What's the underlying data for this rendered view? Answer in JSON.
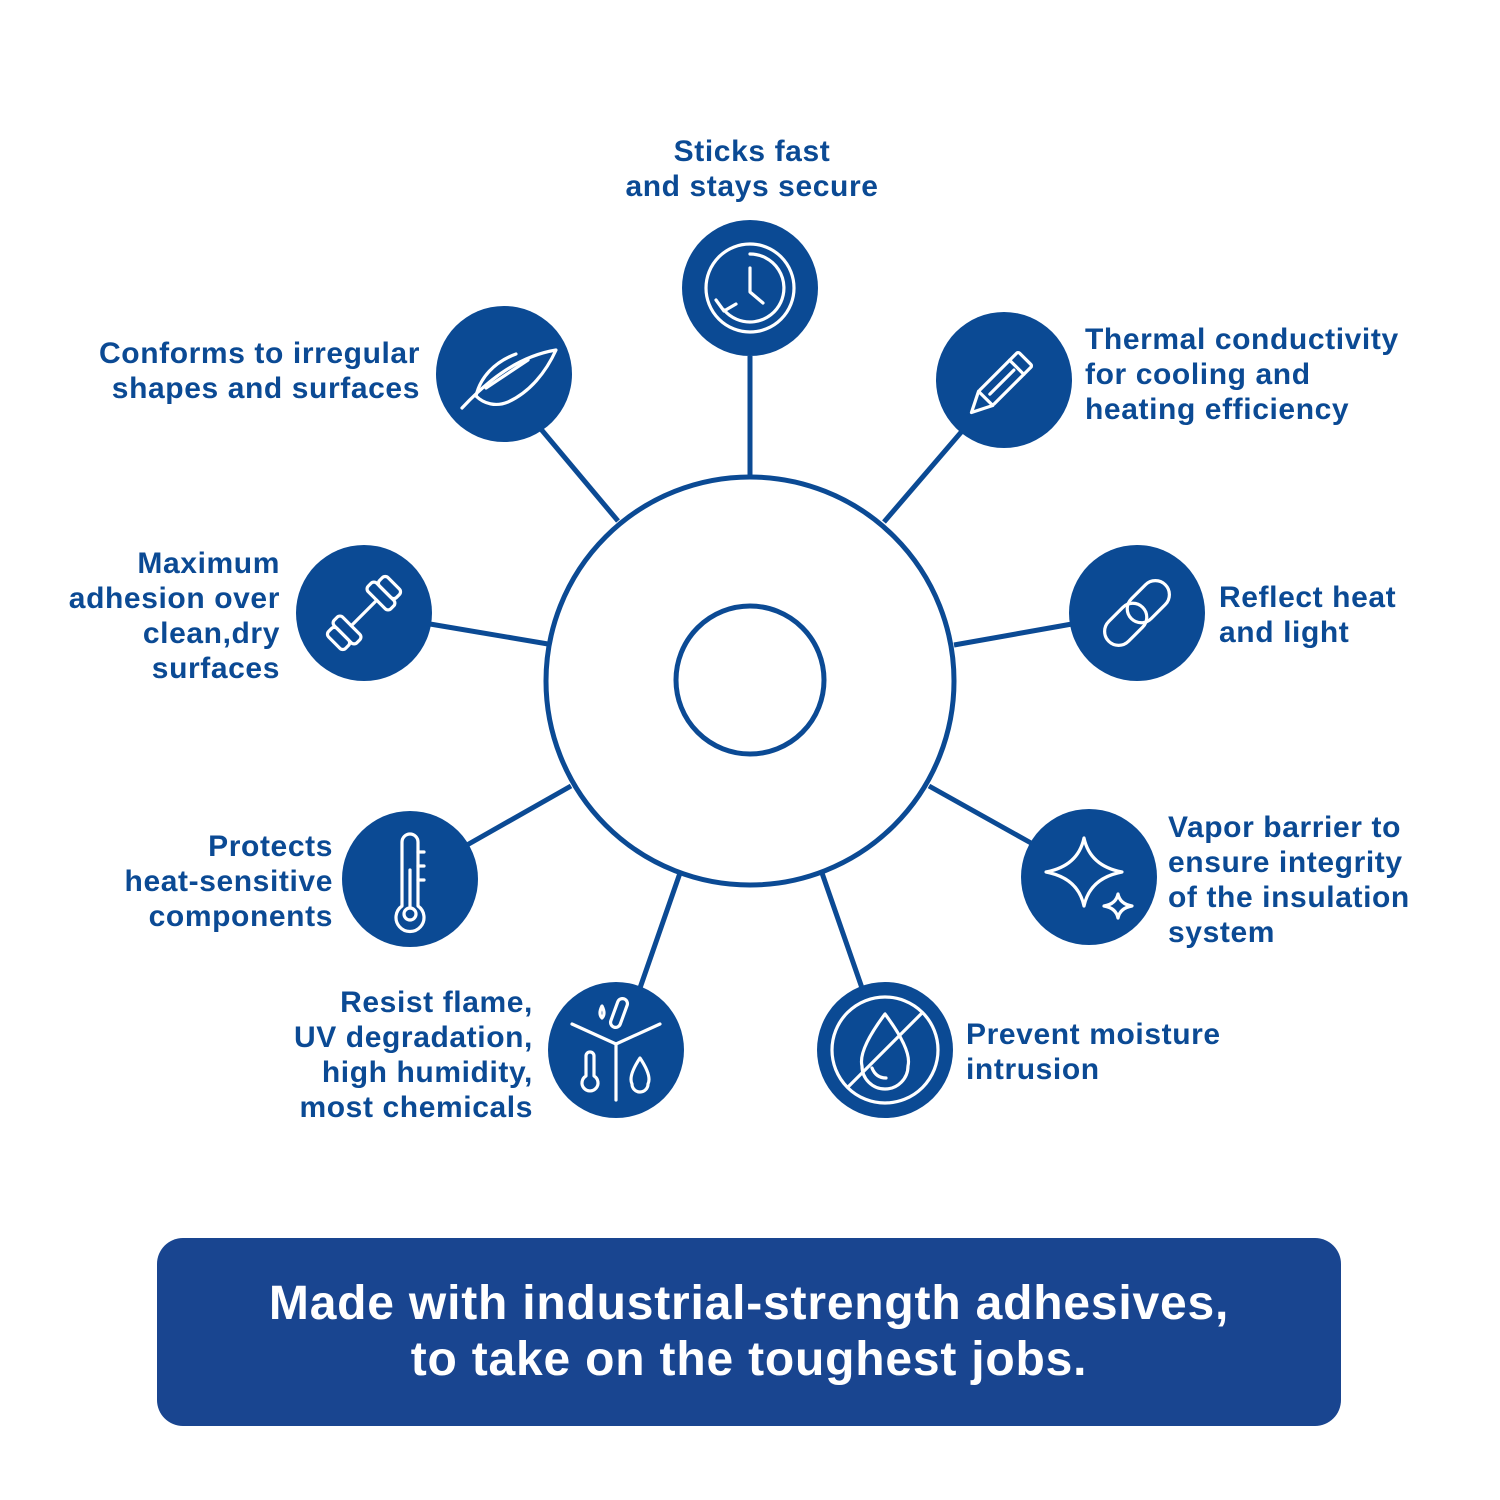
{
  "colors": {
    "primary": "#0b4a94",
    "banner": "#194590",
    "background": "#ffffff"
  },
  "features": [
    {
      "id": "top",
      "icon": "clock-icon",
      "text": "Sticks fast\nand stays secure"
    },
    {
      "id": "upper-left",
      "icon": "feather-icon",
      "text": "Conforms to irregular\nshapes and surfaces"
    },
    {
      "id": "upper-right",
      "icon": "pencil-icon",
      "text": "Thermal conductivity\nfor cooling and\nheating efficiency"
    },
    {
      "id": "left",
      "icon": "dumbbell-icon",
      "text": "Maximum\nadhesion over\nclean,dry\nsurfaces"
    },
    {
      "id": "right",
      "icon": "link-icon",
      "text": "Reflect heat\nand light"
    },
    {
      "id": "lower-left",
      "icon": "thermometer-icon",
      "text": "Protects\nheat-sensitive\ncomponents"
    },
    {
      "id": "lower-right",
      "icon": "sparkle-icon",
      "text": "Vapor barrier to\nensure integrity\nof the insulation\nsystem"
    },
    {
      "id": "bottom-left",
      "icon": "chemical-resistance-icon",
      "text": "Resist flame,\nUV degradation,\nhigh humidity,\nmost chemicals"
    },
    {
      "id": "bottom-right",
      "icon": "no-water-icon",
      "text": "Prevent moisture\nintrusion"
    }
  ],
  "banner": {
    "text": "Made with industrial-strength adhesives,\nto take on the toughest jobs."
  }
}
